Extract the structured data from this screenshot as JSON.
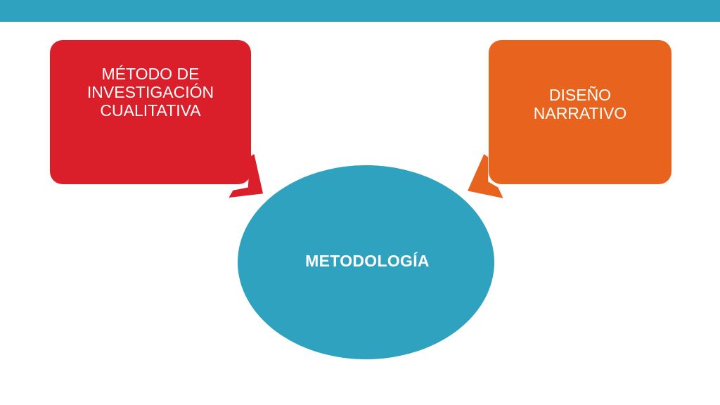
{
  "header": {
    "bar_color": "#2ea2bf"
  },
  "diagram": {
    "center": {
      "label": "METODOLOGÍA",
      "color": "#2ea2bf"
    },
    "nodes": [
      {
        "label_lines": [
          "MÉTODO DE",
          "INVESTIGACIÓN",
          "CUALITATIVA"
        ],
        "color": "#db1f2a"
      },
      {
        "label_lines": [
          "DISEÑO",
          "NARRATIVO"
        ],
        "color": "#e8641e"
      }
    ]
  }
}
